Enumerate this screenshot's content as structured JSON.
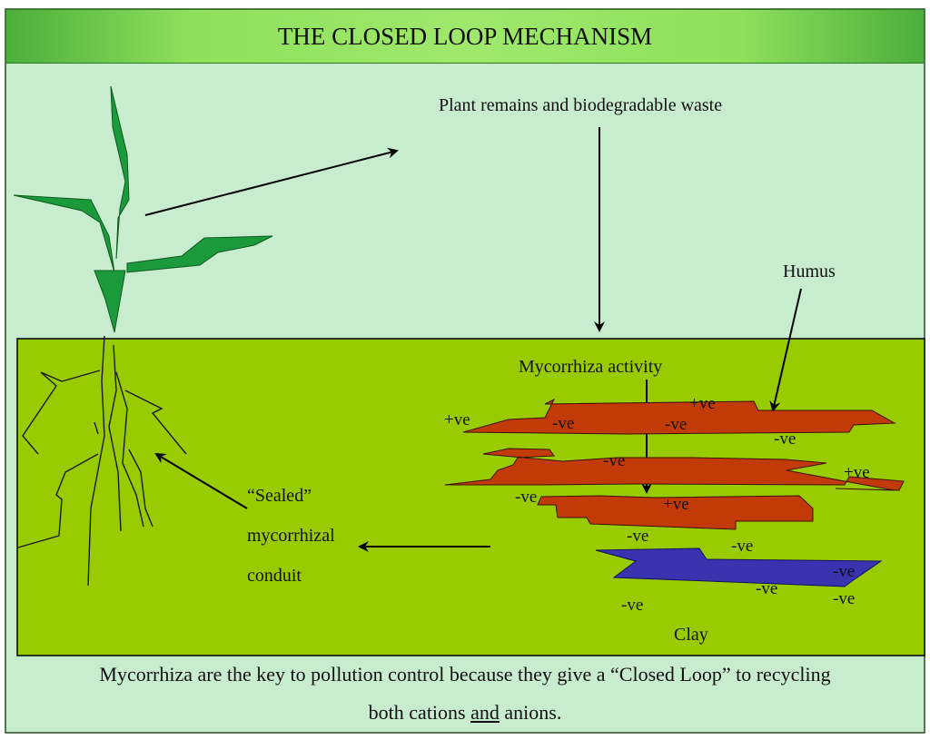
{
  "title": "THE CLOSED LOOP MECHANISM",
  "labels": {
    "plant_remains": "Plant remains and biodegradable waste",
    "humus": "Humus",
    "mycorrhiza_activity": "Mycorrhiza activity",
    "sealed_line1": "“Sealed”",
    "sealed_line2": "mycorrhizal",
    "sealed_line3": "conduit",
    "clay": "Clay"
  },
  "charges": {
    "pos": "+ve",
    "neg": "-ve"
  },
  "caption": {
    "line1": "Mycorrhiza are the key to pollution control because they give a “Closed Loop” to recycling",
    "line2_start": "both cations ",
    "line2_underlined": "and",
    "line2_end": " anions."
  },
  "colors": {
    "sky": "#c8ecce",
    "soil": "#99cc00",
    "humus_layer": "#c23a08",
    "clay_layer": "#3a33b0",
    "plant": "#1a9a3a",
    "title_bar": "#8fe05c"
  }
}
